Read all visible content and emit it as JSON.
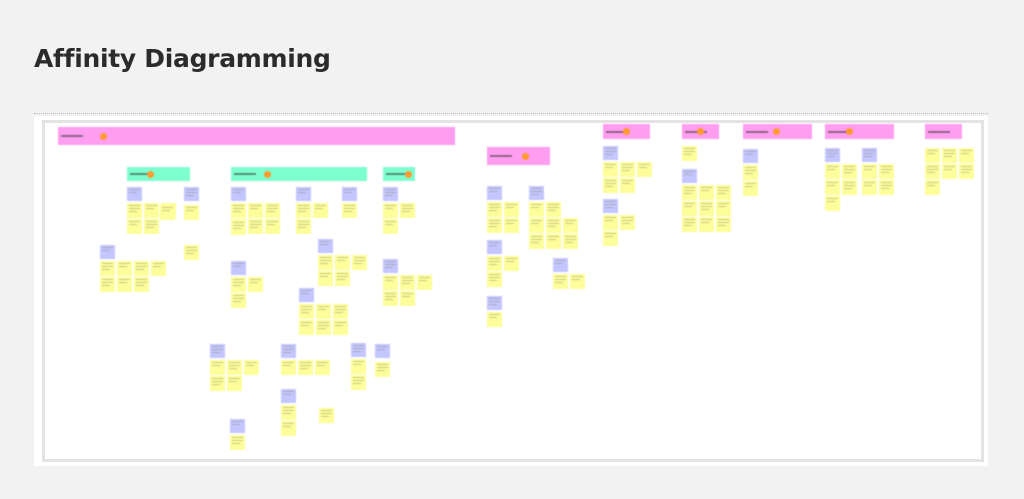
{
  "page": {
    "title": "Affinity Diagramming"
  },
  "board": {
    "colors": {
      "pink": "#ff9ef0",
      "mint": "#7dffcf",
      "blue": "#c4c6ff",
      "yellow": "#fdfd9a",
      "dot": "#ff9a2e"
    },
    "headers": [
      {
        "color": "pink",
        "label": "",
        "dot": true
      },
      {
        "color": "pink",
        "label": "",
        "dot": true
      },
      {
        "color": "mint",
        "label": "",
        "dot": true
      },
      {
        "color": "mint",
        "label": "",
        "dot": true
      },
      {
        "color": "mint",
        "label": "",
        "dot": true
      },
      {
        "color": "pink",
        "label": "",
        "dot": true
      },
      {
        "color": "pink",
        "label": "",
        "dot": true
      },
      {
        "color": "pink",
        "label": "",
        "dot": true
      },
      {
        "color": "pink",
        "label": "",
        "dot": true
      },
      {
        "color": "pink",
        "label": "",
        "dot": false
      }
    ]
  }
}
